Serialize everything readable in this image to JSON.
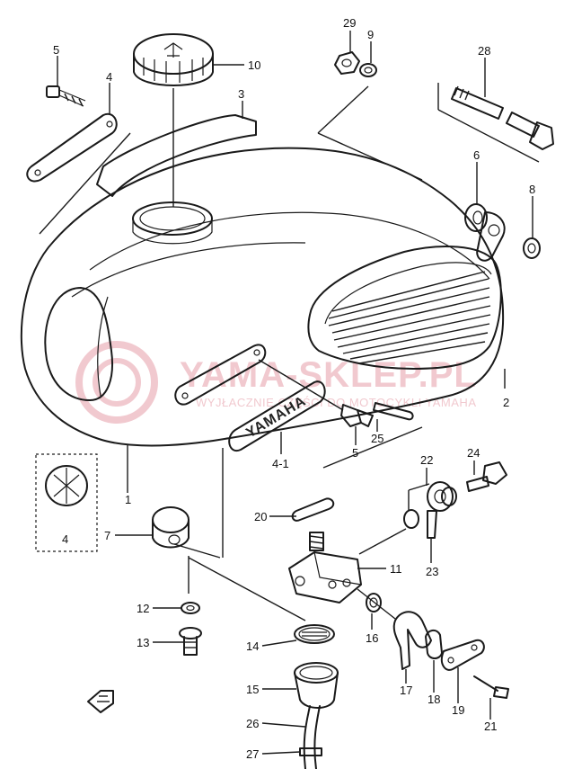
{
  "badge": {
    "text": "YAMAHA"
  },
  "watermark": {
    "text": "YAMA-SKLEP.PL",
    "subtext": "WYJŁACZNIE CZĘŚCI DO MOTOCYKLI YAMAHA"
  },
  "callouts": [
    {
      "id": "c5a",
      "label": "5"
    },
    {
      "id": "c4a",
      "label": "4"
    },
    {
      "id": "c10",
      "label": "10"
    },
    {
      "id": "c3",
      "label": "3"
    },
    {
      "id": "c29",
      "label": "29"
    },
    {
      "id": "c9",
      "label": "9"
    },
    {
      "id": "c28",
      "label": "28"
    },
    {
      "id": "c6",
      "label": "6"
    },
    {
      "id": "c8",
      "label": "8"
    },
    {
      "id": "c2",
      "label": "2"
    },
    {
      "id": "c5b",
      "label": "5"
    },
    {
      "id": "c25",
      "label": "25"
    },
    {
      "id": "c41",
      "label": "4-1"
    },
    {
      "id": "c1",
      "label": "1"
    },
    {
      "id": "c4b",
      "label": "4"
    },
    {
      "id": "c7",
      "label": "7"
    },
    {
      "id": "c20",
      "label": "20"
    },
    {
      "id": "c22",
      "label": "22"
    },
    {
      "id": "c24",
      "label": "24"
    },
    {
      "id": "c11",
      "label": "11"
    },
    {
      "id": "c23",
      "label": "23"
    },
    {
      "id": "c12",
      "label": "12"
    },
    {
      "id": "c13",
      "label": "13"
    },
    {
      "id": "c14",
      "label": "14"
    },
    {
      "id": "c16",
      "label": "16"
    },
    {
      "id": "c15",
      "label": "15"
    },
    {
      "id": "c17",
      "label": "17"
    },
    {
      "id": "c18",
      "label": "18"
    },
    {
      "id": "c19",
      "label": "19"
    },
    {
      "id": "c21",
      "label": "21"
    },
    {
      "id": "c26",
      "label": "26"
    },
    {
      "id": "c27",
      "label": "27"
    }
  ],
  "colors": {
    "line": "#1a1a1a",
    "watermark": "#f1c9cf"
  }
}
